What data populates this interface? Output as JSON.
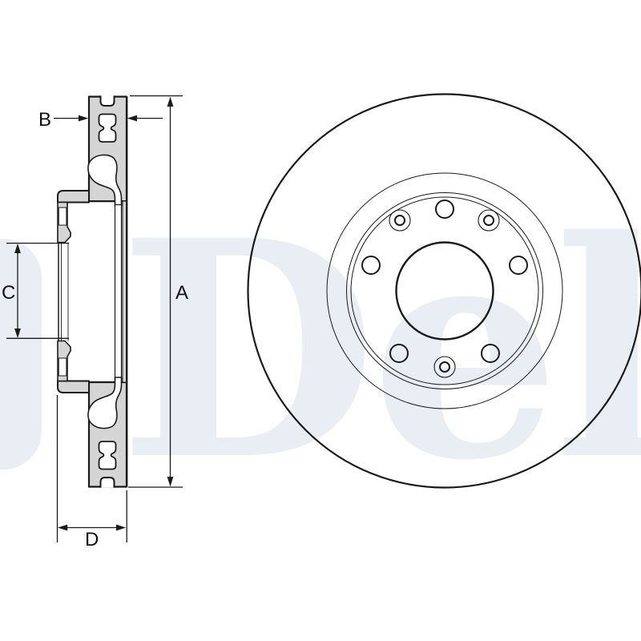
{
  "figure": {
    "type": "technical-drawing",
    "subject": "brake-disc",
    "watermark_text": "Delphi",
    "watermark_color": "#e9edf4",
    "line_color": "#1a1a1a",
    "section_fill": "#d5d5d5",
    "background": "#ffffff"
  },
  "dimension_labels": {
    "A": "A",
    "B": "B",
    "C": "C",
    "D": "D"
  }
}
